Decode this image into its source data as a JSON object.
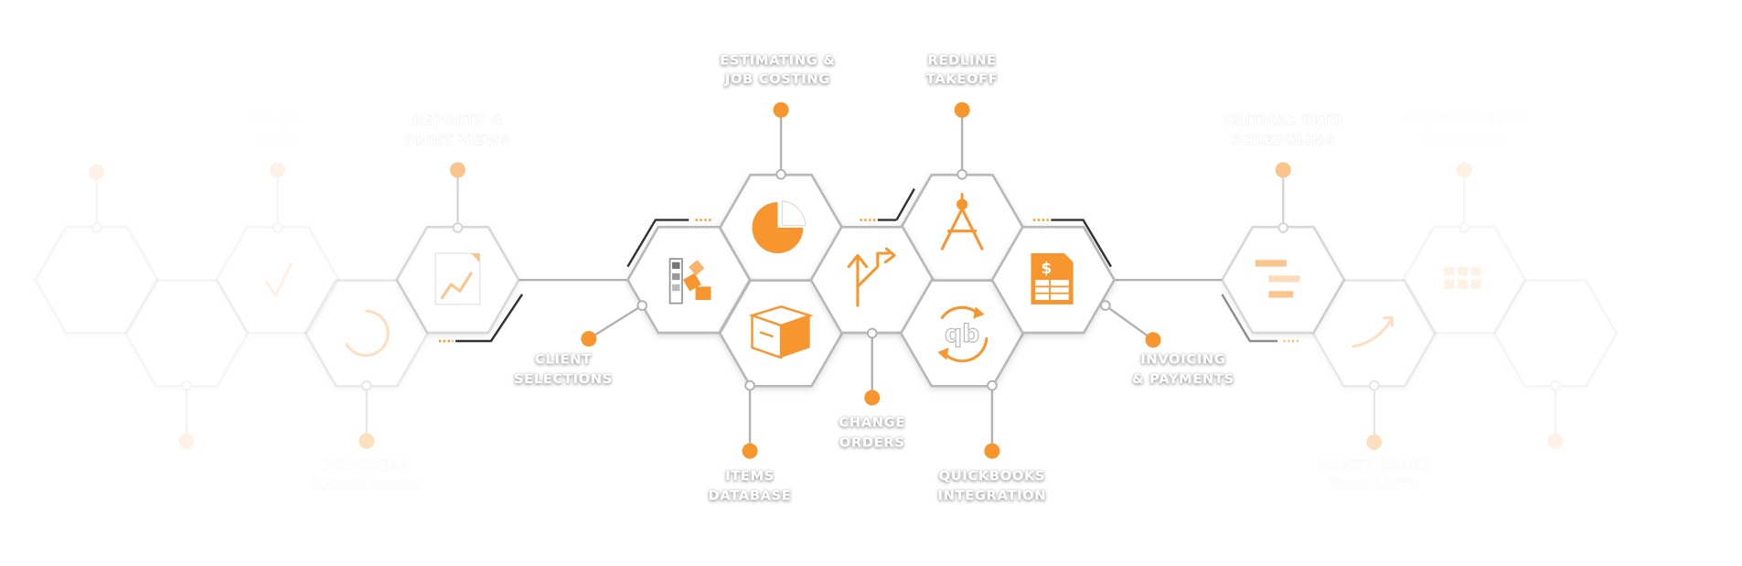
{
  "colors": {
    "accent": "#f7962f",
    "line": "#b9b9b9",
    "label_fill": "#ffffff"
  },
  "features": {
    "center": [
      {
        "id": "estimating",
        "lines": [
          "ESTIMATING &",
          "JOB COSTING"
        ],
        "icon": "pie-chart-icon"
      },
      {
        "id": "redline",
        "lines": [
          "REDLINE",
          "TAKEOFF"
        ],
        "icon": "compass-icon"
      },
      {
        "id": "client",
        "lines": [
          "CLIENT",
          "SELECTIONS"
        ],
        "icon": "color-swatch-icon"
      },
      {
        "id": "items",
        "lines": [
          "ITEMS",
          "DATABASE"
        ],
        "icon": "box-icon"
      },
      {
        "id": "change",
        "lines": [
          "CHANGE",
          "ORDERS"
        ],
        "icon": "split-arrows-icon"
      },
      {
        "id": "quickbooks",
        "lines": [
          "QUICKBOOKS",
          "INTEGRATION"
        ],
        "icon": "quickbooks-sync-icon"
      },
      {
        "id": "invoicing",
        "lines": [
          "INVOICING",
          "& PAYMENTS"
        ],
        "icon": "invoice-icon"
      }
    ],
    "left": [
      {
        "id": "todo",
        "lines": [
          "TO DO",
          "LISTS"
        ],
        "icon": "checkmark-icon"
      },
      {
        "id": "reports",
        "lines": [
          "REPORTS &",
          "PRINT VIEWS"
        ],
        "icon": "report-chart-icon"
      },
      {
        "id": "progress",
        "lines": [
          "PROGRESS",
          "DASHBOARDS"
        ],
        "icon": "progress-ring-icon"
      }
    ],
    "right": [
      {
        "id": "critical",
        "lines": [
          "CRITICAL PATH",
          "SCHEDULING"
        ],
        "icon": "schedule-bars-icon"
      },
      {
        "id": "calendar",
        "lines": [
          "CONSTRUCTION",
          "CALENDAR"
        ],
        "icon": "calendar-grid-icon"
      },
      {
        "id": "gantt",
        "lines": [
          "GANTT CHART",
          "TASK LISTS"
        ],
        "icon": "trend-arrow-icon"
      }
    ]
  }
}
